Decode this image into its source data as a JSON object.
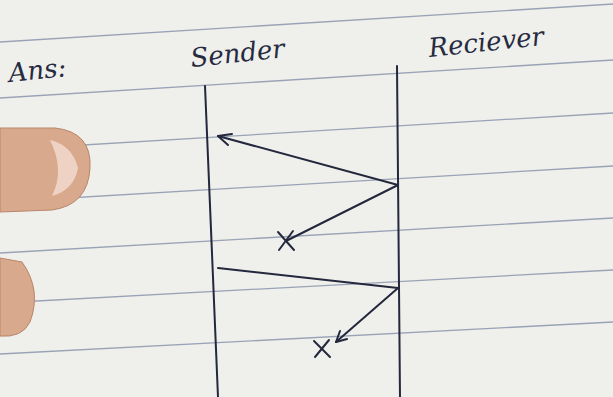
{
  "diagram": {
    "labels": [
      "Ans:",
      "Sender",
      "Reciever"
    ]
  }
}
